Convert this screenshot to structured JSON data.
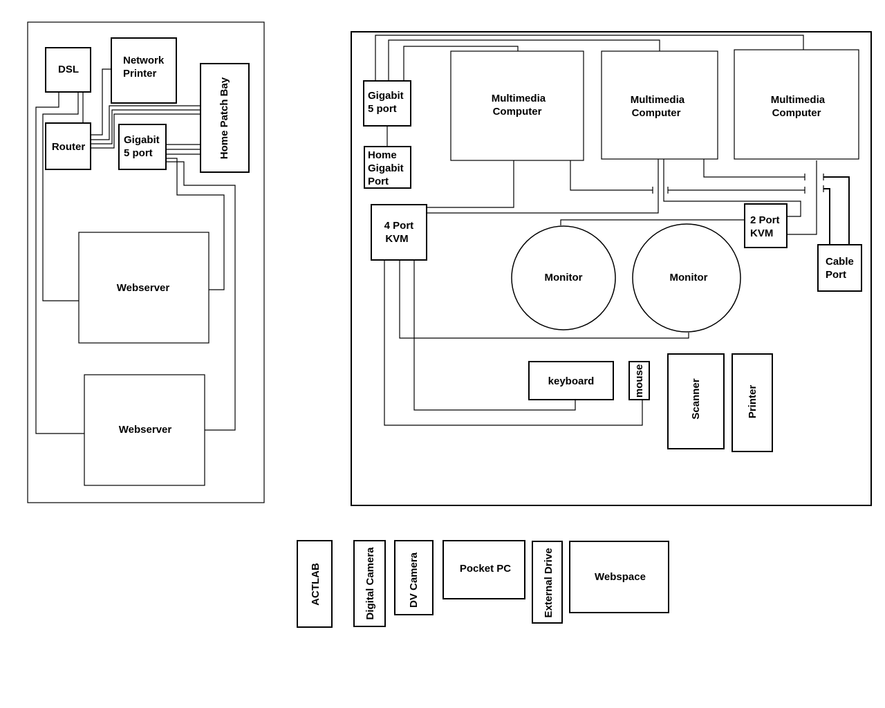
{
  "labels": {
    "dsl": "DSL",
    "network_printer": [
      "Network",
      "Printer"
    ],
    "home_patch_bay": "Home Patch Bay",
    "router": "Router",
    "gigabit_left": [
      "Gigabit",
      "5 port"
    ],
    "webserver_1": "Webserver",
    "webserver_2": "Webserver",
    "gigabit_right": [
      "Gigabit",
      "5 port"
    ],
    "home_gigabit_port": [
      "Home",
      "Gigabit",
      "Port"
    ],
    "multimedia_1": [
      "Multimedia",
      "Computer"
    ],
    "multimedia_2": [
      "Multimedia",
      "Computer"
    ],
    "multimedia_3": [
      "Multimedia",
      "Computer"
    ],
    "kvm_4port": [
      "4 Port",
      "KVM"
    ],
    "kvm_2port": [
      "2 Port",
      "KVM"
    ],
    "monitor_1": "Monitor",
    "monitor_2": "Monitor",
    "cable_port": [
      "Cable",
      "Port"
    ],
    "keyboard": "keyboard",
    "mouse": "mouse",
    "scanner": "Scanner",
    "printer": "Printer",
    "actlab": "ACTLAB",
    "digital_camera": "Digital Camera",
    "dv_camera": "DV Camera",
    "pocket_pc": "Pocket PC",
    "external_drive": "External Drive",
    "webspace": "Webspace"
  }
}
